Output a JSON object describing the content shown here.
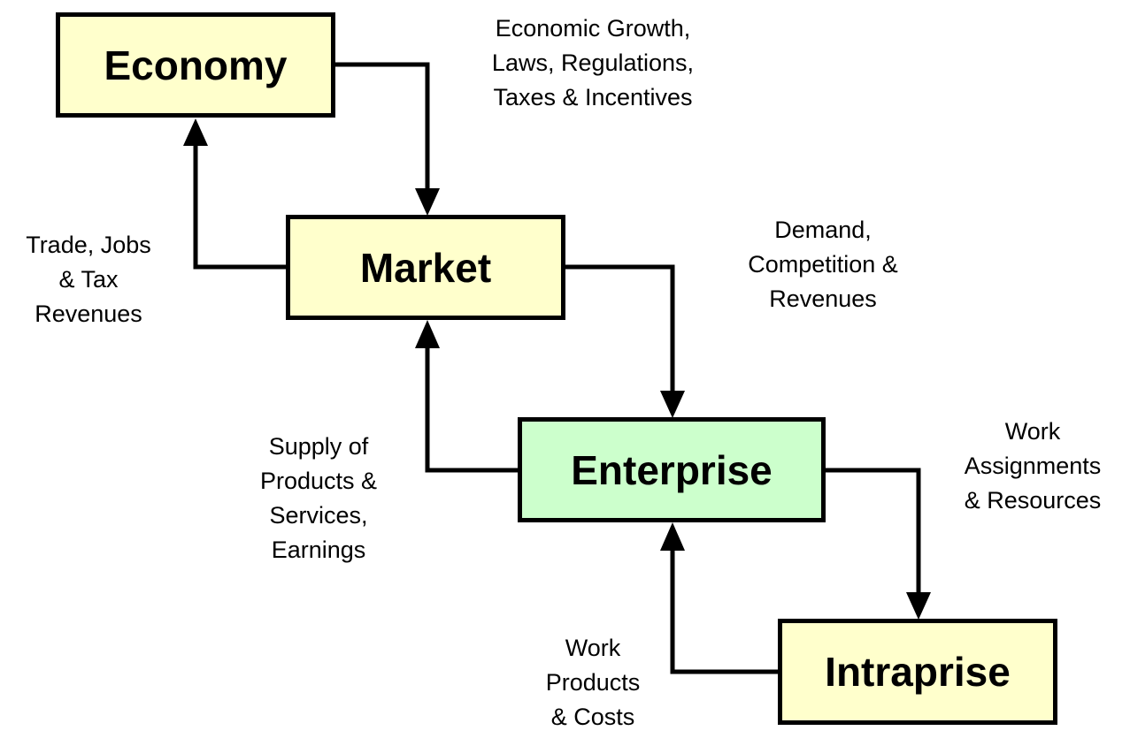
{
  "colors": {
    "yellow_box": "#FFFFCC",
    "green_box": "#CCFFCC",
    "line": "#000000"
  },
  "boxes": {
    "economy": "Economy",
    "market": "Market",
    "enterprise": "Enterprise",
    "intraprise": "Intraprise"
  },
  "flows": {
    "economy_to_market": [
      "Economic Growth,",
      "Laws, Regulations,",
      "Taxes & Incentives"
    ],
    "market_to_economy": [
      "Trade, Jobs",
      "& Tax",
      "Revenues"
    ],
    "market_to_enterprise": [
      "Demand,",
      "Competition &",
      "Revenues"
    ],
    "enterprise_to_market": [
      "Supply of",
      "Products &",
      "Services,",
      "Earnings"
    ],
    "enterprise_to_intraprise": [
      "Work",
      "Assignments",
      "& Resources"
    ],
    "intraprise_to_enterprise": [
      "Work",
      "Products",
      "& Costs"
    ]
  }
}
